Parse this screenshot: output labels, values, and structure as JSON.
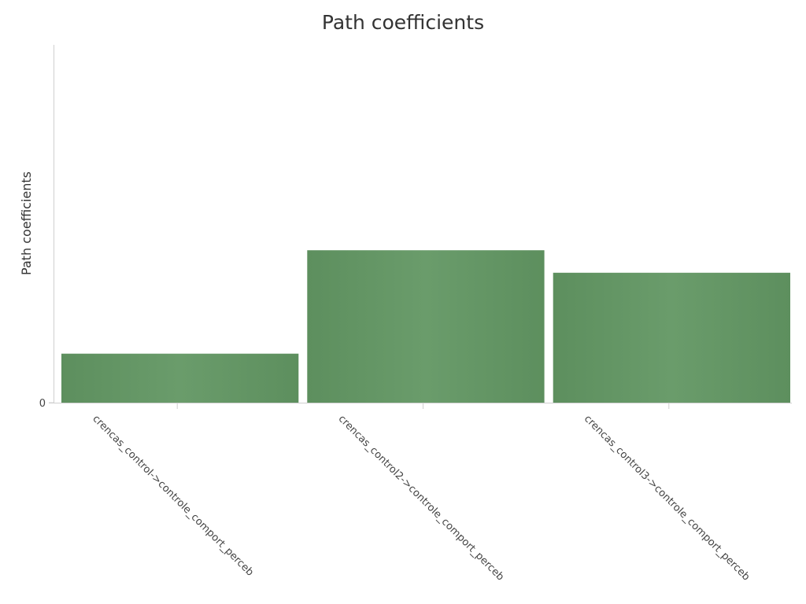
{
  "chart_data": {
    "type": "bar",
    "title": "Path coefficients",
    "xlabel": "",
    "ylabel": "Path coefficients",
    "categories": [
      "crencas_control->controle_comport_perceb",
      "crencas_control2->controle_comport_perceb",
      "crencas_control3->controle_comport_perceb"
    ],
    "values": [
      0.137,
      0.426,
      0.363
    ],
    "ylim": [
      0,
      1.0
    ],
    "y_ticks": [
      "0"
    ],
    "grid": false,
    "legend": "none",
    "colors": {
      "bar": "#659766",
      "bar_edge": "#5a8c5b",
      "bar_center": "#6a9c6b",
      "axis": "#cccccc",
      "text": "#333333"
    }
  }
}
